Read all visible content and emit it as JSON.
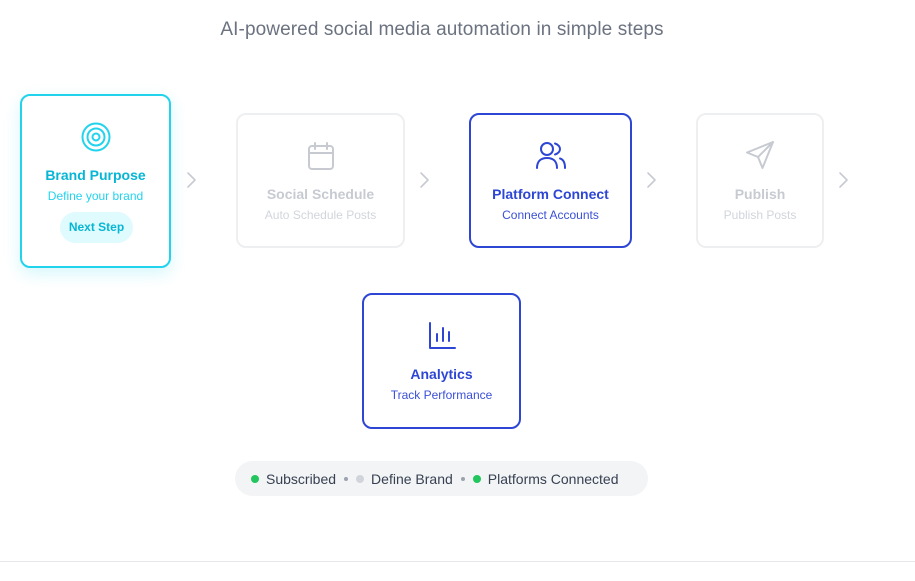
{
  "subtitle": "AI-powered social media automation in simple steps",
  "steps": [
    {
      "title": "Brand Purpose",
      "desc": "Define your brand",
      "button": "Next Step",
      "icon": "target-icon",
      "state": "active"
    },
    {
      "title": "Social Schedule",
      "desc": "Auto Schedule Posts",
      "icon": "calendar-icon",
      "state": "disabled"
    },
    {
      "title": "Platform Connect",
      "desc": "Connect Accounts",
      "icon": "users-icon",
      "state": "highlighted"
    },
    {
      "title": "Publish",
      "desc": "Publish Posts",
      "icon": "send-icon",
      "state": "disabled"
    },
    {
      "title": "Analytics",
      "desc": "Track Performance",
      "icon": "bar-chart-icon",
      "state": "highlighted"
    }
  ],
  "status": [
    {
      "label": "Subscribed",
      "color": "#22c55e"
    },
    {
      "label": "Define Brand",
      "color": "#d1d5db"
    },
    {
      "label": "Platforms Connected",
      "color": "#22c55e"
    }
  ],
  "colors": {
    "active": "#06b6d4",
    "highlight": "#2d46d4",
    "disabled": "#c7cbd1"
  }
}
